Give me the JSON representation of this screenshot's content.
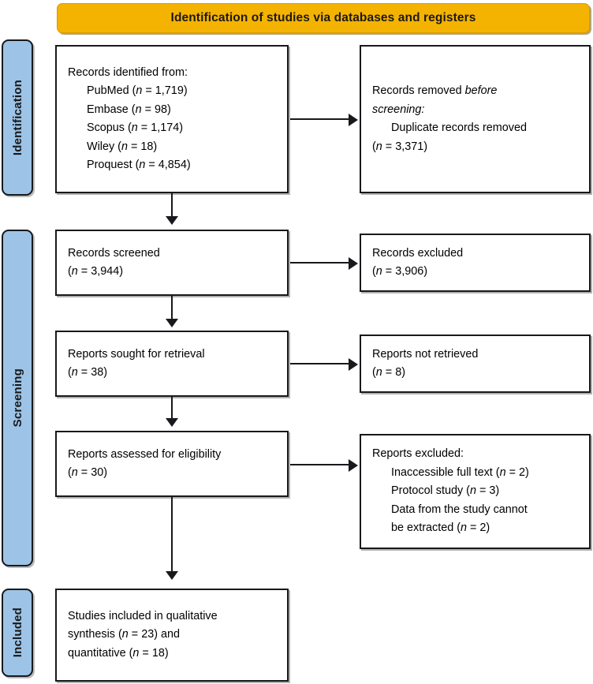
{
  "banner": {
    "title": "Identification of studies via databases and registers"
  },
  "stages": [
    {
      "id": "identification",
      "label": "Identification"
    },
    {
      "id": "screening",
      "label": "Screening"
    },
    {
      "id": "included",
      "label": "Included"
    }
  ],
  "boxes": {
    "identified": {
      "name": "records-identified-box",
      "lines": [
        {
          "text": "Records identified from:",
          "indent": false
        },
        {
          "text": "PubMed (n = 1,719)",
          "indent": true
        },
        {
          "text": "Embase (n = 98)",
          "indent": true
        },
        {
          "text": "Scopus (n = 1,174)",
          "indent": true
        },
        {
          "text": "Wiley (n = 18)",
          "indent": true
        },
        {
          "text": "Proquest (n = 4,854)",
          "indent": true
        }
      ]
    },
    "removed": {
      "name": "records-removed-box",
      "lines": [
        {
          "text": "Records removed before",
          "indent": false
        },
        {
          "text": "screening:",
          "indent": false
        },
        {
          "text": "Duplicate records removed",
          "indent": true
        },
        {
          "text": "(n = 3,371)",
          "indent": false
        }
      ]
    },
    "screened": {
      "name": "records-screened-box",
      "lines": [
        {
          "text": "Records screened",
          "indent": false
        },
        {
          "text": "(n = 3,944)",
          "indent": false
        }
      ]
    },
    "excluded": {
      "name": "records-excluded-box",
      "lines": [
        {
          "text": "Records excluded",
          "indent": false
        },
        {
          "text": "(n = 3,906)",
          "indent": false
        }
      ]
    },
    "sought": {
      "name": "reports-sought-box",
      "lines": [
        {
          "text": "Reports sought for retrieval",
          "indent": false
        },
        {
          "text": "(n = 38)",
          "indent": false
        }
      ]
    },
    "not_retrieved": {
      "name": "reports-not-retrieved-box",
      "lines": [
        {
          "text": "Reports not retrieved",
          "indent": false
        },
        {
          "text": "(n = 8)",
          "indent": false
        }
      ]
    },
    "assessed": {
      "name": "reports-assessed-box",
      "lines": [
        {
          "text": "Reports assessed for eligibility",
          "indent": false
        },
        {
          "text": "(n = 30)",
          "indent": false
        }
      ]
    },
    "reports_excluded": {
      "name": "reports-excluded-box",
      "lines": [
        {
          "text": "Reports excluded:",
          "indent": false
        },
        {
          "text": "Inaccessible full text (n = 2)",
          "indent": true
        },
        {
          "text": "Protocol study (n = 3)",
          "indent": true
        },
        {
          "text": "Data from the study cannot",
          "indent": true
        },
        {
          "text": "be extracted (n = 2)",
          "indent": true
        }
      ]
    },
    "included": {
      "name": "studies-included-box",
      "lines": [
        {
          "text": "Studies included in qualitative",
          "indent": false
        },
        {
          "text": "synthesis (n = 23) and",
          "indent": false
        },
        {
          "text": "quantitative (n = 18)",
          "indent": false
        }
      ]
    }
  },
  "colors": {
    "banner_fill": "#f5b301",
    "stage_fill": "#9dc3e6",
    "box_fill": "#ffffff",
    "stroke": "#17191c"
  },
  "chart_data": {
    "type": "diagram",
    "title": "PRISMA 2020 flow diagram",
    "nodes": [
      {
        "id": "identified",
        "stage": "Identification",
        "label": "Records identified from",
        "counts": {
          "PubMed": 1719,
          "Embase": 98,
          "Scopus": 1174,
          "Wiley": 18,
          "Proquest": 4854
        }
      },
      {
        "id": "removed",
        "stage": "Identification",
        "label": "Records removed before screening: Duplicate records removed",
        "n": 3371
      },
      {
        "id": "screened",
        "stage": "Screening",
        "label": "Records screened",
        "n": 3944
      },
      {
        "id": "excluded",
        "stage": "Screening",
        "label": "Records excluded",
        "n": 3906
      },
      {
        "id": "sought",
        "stage": "Screening",
        "label": "Reports sought for retrieval",
        "n": 38
      },
      {
        "id": "not_retrieved",
        "stage": "Screening",
        "label": "Reports not retrieved",
        "n": 8
      },
      {
        "id": "assessed",
        "stage": "Screening",
        "label": "Reports assessed for eligibility",
        "n": 30
      },
      {
        "id": "reports_excluded",
        "stage": "Screening",
        "label": "Reports excluded",
        "reasons": {
          "Inaccessible full text": 2,
          "Protocol study": 3,
          "Data from the study cannot be extracted": 2
        }
      },
      {
        "id": "included",
        "stage": "Included",
        "label": "Studies included in qualitative synthesis and quantitative",
        "qualitative_n": 23,
        "quantitative_n": 18
      }
    ],
    "edges": [
      {
        "from": "identified",
        "to": "removed"
      },
      {
        "from": "identified",
        "to": "screened"
      },
      {
        "from": "screened",
        "to": "excluded"
      },
      {
        "from": "screened",
        "to": "sought"
      },
      {
        "from": "sought",
        "to": "not_retrieved"
      },
      {
        "from": "sought",
        "to": "assessed"
      },
      {
        "from": "assessed",
        "to": "reports_excluded"
      },
      {
        "from": "assessed",
        "to": "included"
      }
    ]
  }
}
